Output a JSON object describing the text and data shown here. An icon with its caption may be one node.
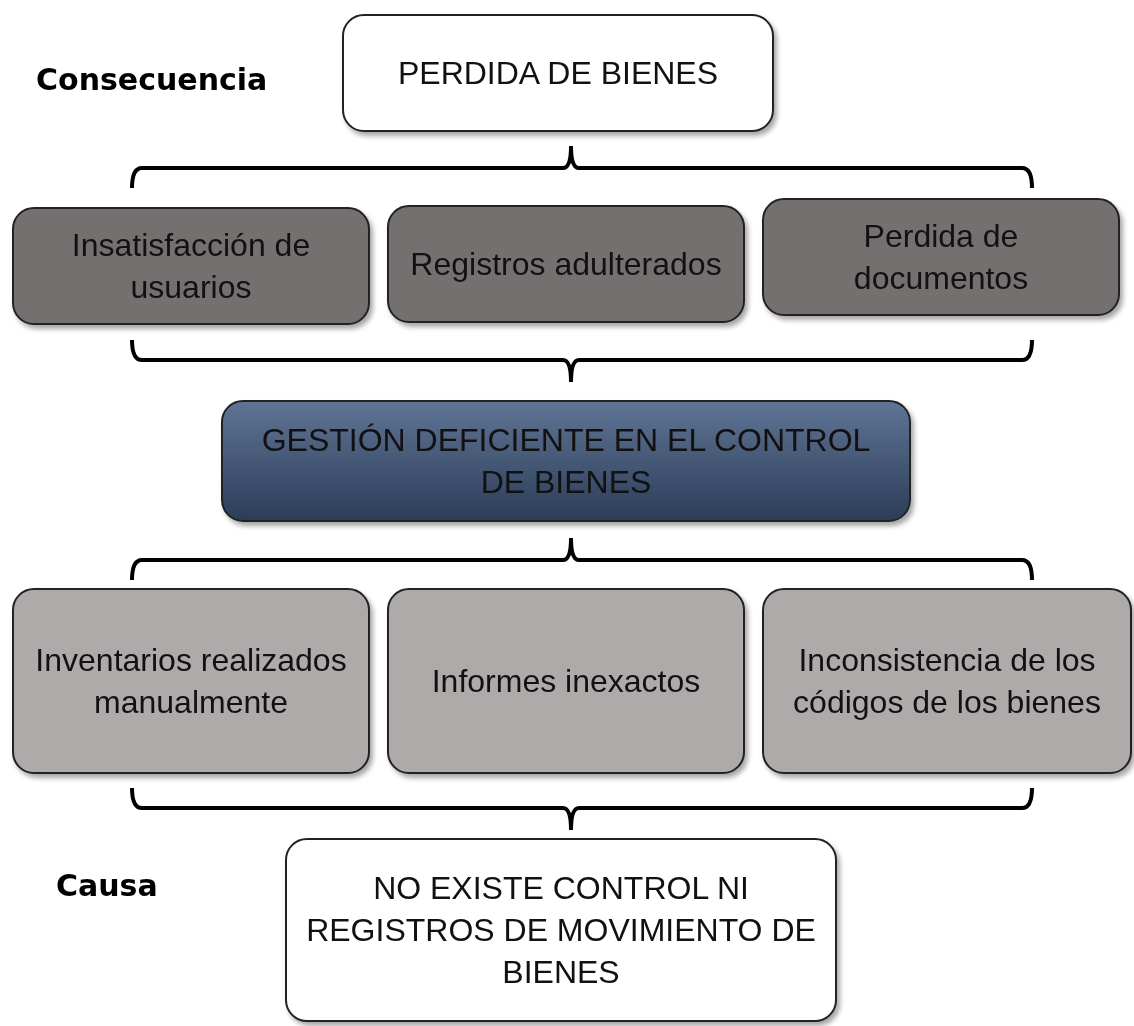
{
  "diagram": {
    "nodes": [
      {
        "text": [
          "PERDIDA DE BIENES"
        ]
      },
      {
        "text": [
          "Insatisfacción de usuarios"
        ]
      },
      {
        "text": [
          "Registros adulterados"
        ]
      },
      {
        "text": [
          "Perdida de documentos"
        ]
      },
      {
        "text": [
          "GESTIÓN DEFICIENTE EN EL CONTROL DE BIENES"
        ]
      },
      {
        "text": [
          "Inventarios realizados manualmente"
        ]
      },
      {
        "text": [
          "Informes inexactos"
        ]
      },
      {
        "text": [
          "Inconsistencia de los códigos de los bienes"
        ]
      },
      {
        "text": [
          "NO EXISTE CONTROL NI REGISTROS DE MOVIMIENTO DE BIENES"
        ]
      }
    ],
    "edges": [],
    "labels": [
      "Consecuencia",
      "Causa"
    ]
  }
}
